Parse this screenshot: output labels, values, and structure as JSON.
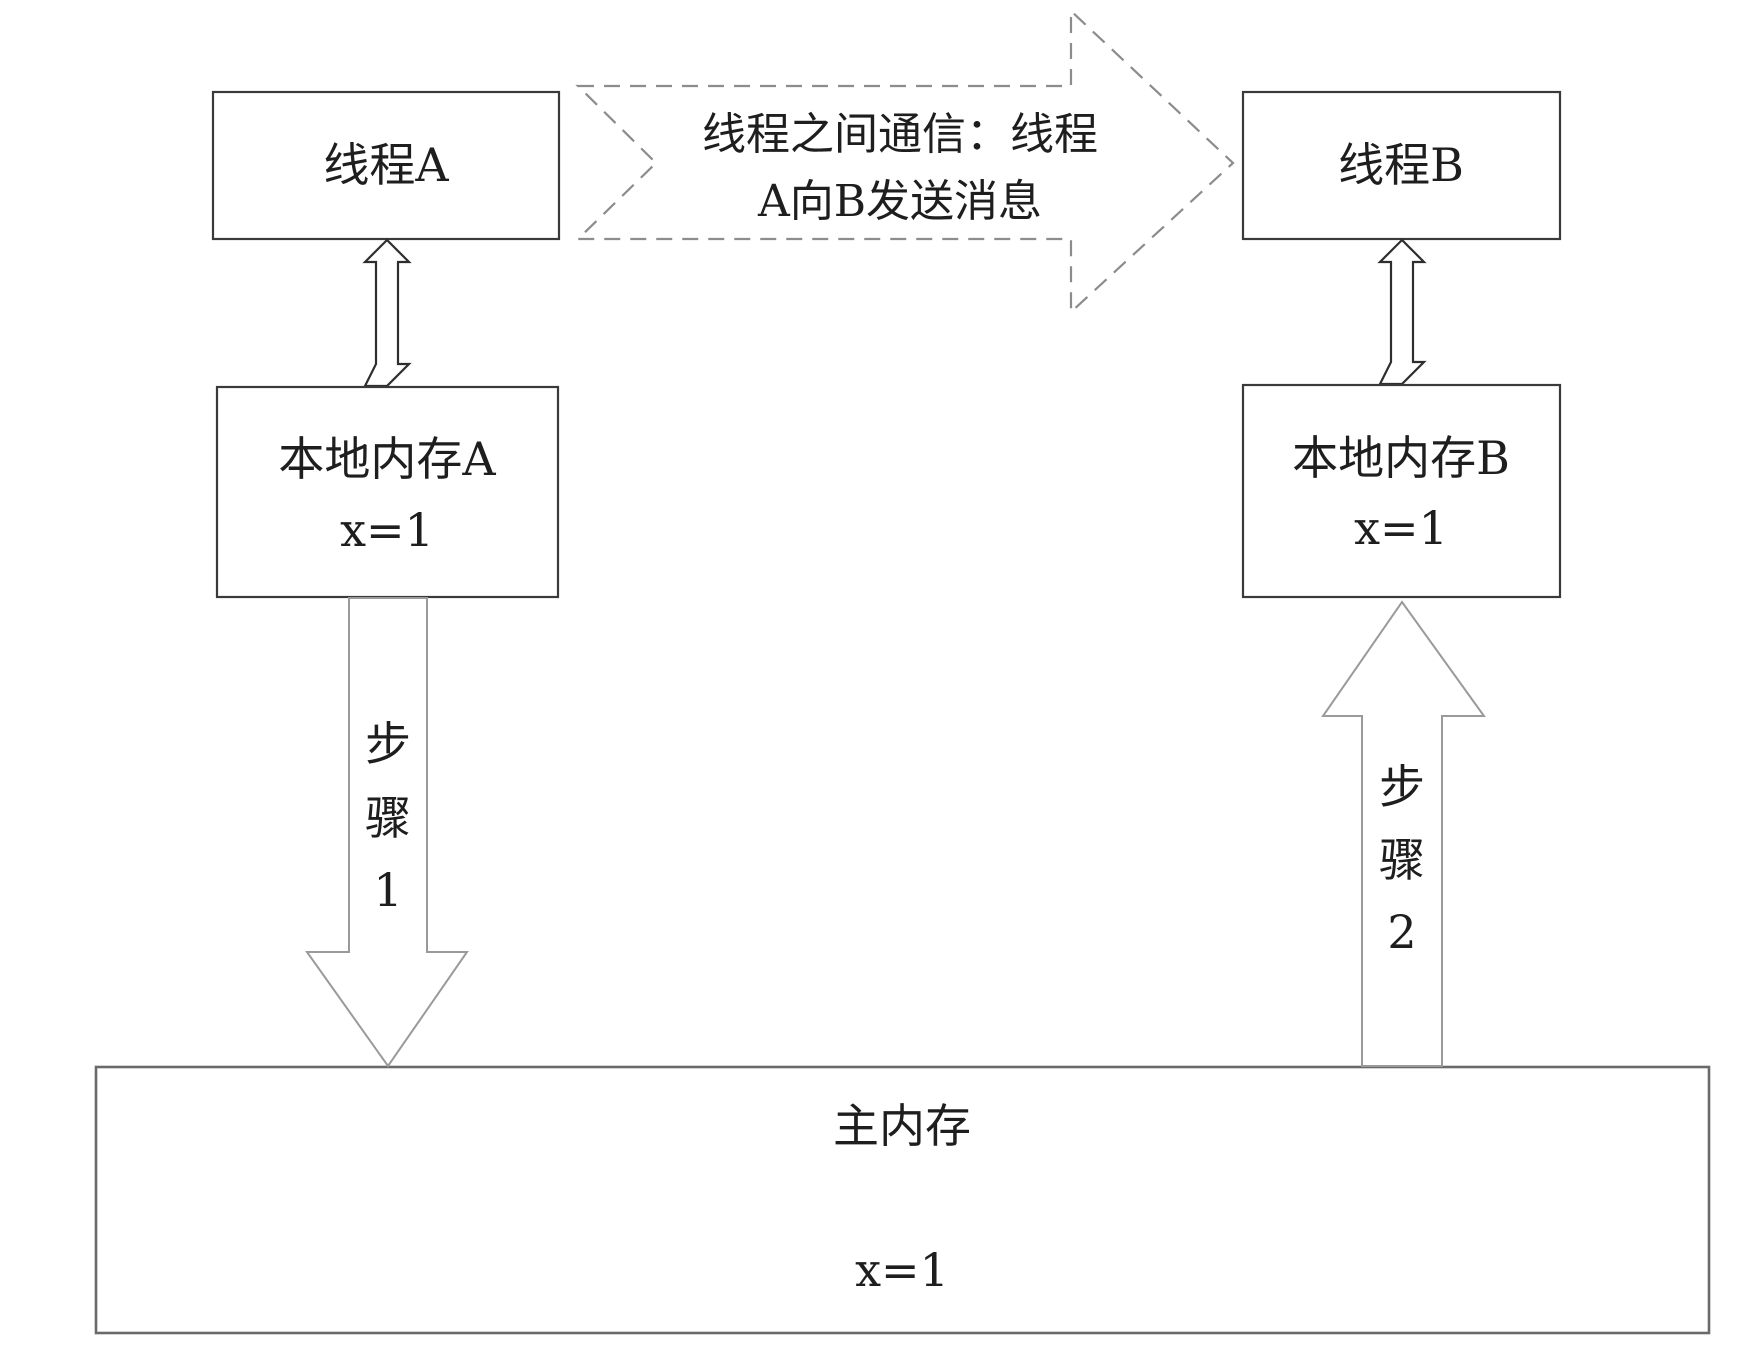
{
  "diagram": {
    "title": "Thread communication via shared main memory",
    "thread_a": {
      "label": "线程A"
    },
    "thread_b": {
      "label": "线程B"
    },
    "local_memory_a": {
      "label": "本地内存A",
      "value": "x=1"
    },
    "local_memory_b": {
      "label": "本地内存B",
      "value": "x=1"
    },
    "main_memory": {
      "label": "主内存",
      "value": "x=1"
    },
    "communication_arrow": {
      "line1": "线程之间通信：线程",
      "line2": "A向B发送消息",
      "style": "dashed"
    },
    "step1_arrow": {
      "chars": [
        "步",
        "骤",
        "1"
      ],
      "direction": "down"
    },
    "step2_arrow": {
      "chars": [
        "步",
        "骤",
        "2"
      ],
      "direction": "up"
    },
    "thread_a_local_link": {
      "direction": "bidirectional"
    },
    "thread_b_local_link": {
      "direction": "bidirectional"
    }
  },
  "colors": {
    "box_stroke": "#3a3a3a",
    "dashed_stroke": "#8c8c8c",
    "step_arrow_stroke": "#9a9a9a",
    "text": "#1e1e1e",
    "background": "#ffffff"
  }
}
